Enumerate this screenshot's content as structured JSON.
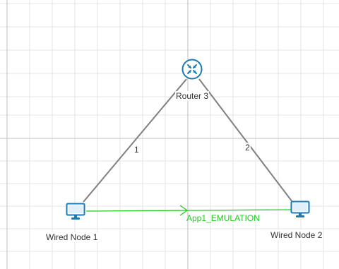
{
  "colors": {
    "link": "#808080",
    "app": "#22cc22",
    "node_icon": "#1a7ab6",
    "router_icon": "#1a7ab6"
  },
  "router": {
    "label": "Router 3",
    "icon": "router-icon"
  },
  "nodes": [
    {
      "label": "Wired Node 1",
      "icon": "desktop-icon"
    },
    {
      "label": "Wired Node 2",
      "icon": "desktop-icon"
    }
  ],
  "links": [
    {
      "label": "1"
    },
    {
      "label": "2"
    }
  ],
  "application": {
    "label": "App1_EMULATION"
  }
}
